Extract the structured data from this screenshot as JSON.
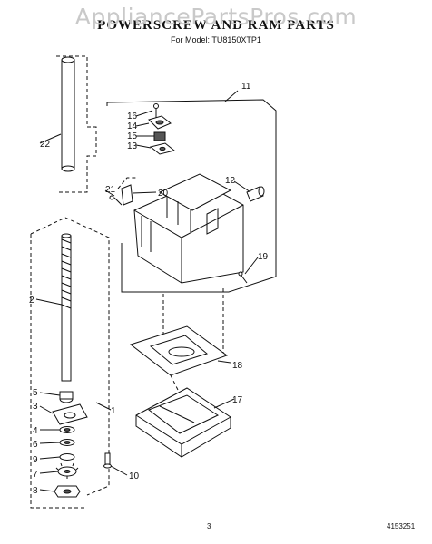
{
  "watermark": "AppliancePartsPros.com",
  "header": {
    "title": "POWERSCREW AND RAM PARTS",
    "model_line": "For Model: TU8150XTP1"
  },
  "footer": {
    "page_number": "3",
    "document_code": "4153251"
  },
  "callouts": {
    "c1": "1",
    "c2": "2",
    "c3": "3",
    "c4": "4",
    "c5": "5",
    "c6": "6",
    "c7": "7",
    "c8": "8",
    "c9": "9",
    "c10": "10",
    "c11": "11",
    "c12": "12",
    "c13": "13",
    "c14": "14",
    "c15": "15",
    "c16": "16",
    "c17": "17",
    "c18": "18",
    "c19": "19",
    "c20": "20",
    "c21": "21",
    "c22": "22"
  }
}
